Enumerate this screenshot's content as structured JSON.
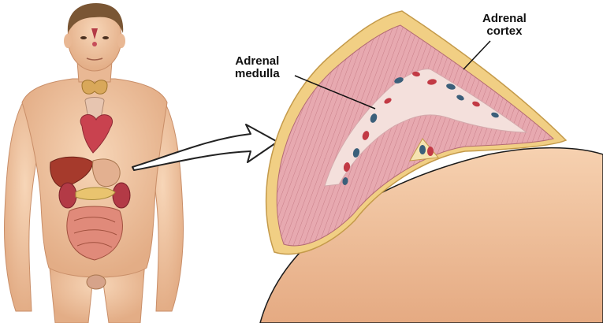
{
  "labels": {
    "cortex": {
      "line1": "Adrenal",
      "line2": "cortex"
    },
    "medulla": {
      "line1": "Adrenal",
      "line2": "medulla"
    }
  },
  "colors": {
    "skin": "#f2c8a4",
    "skin_shadow": "#d9a07a",
    "cortex_pink": "#e6a6ad",
    "capsule_yellow": "#f1cf84",
    "medulla_light": "#f4e0dc",
    "vessel_red": "#c23a45",
    "vessel_blue": "#3b5f7a",
    "kidney_skin": "#f4c9a4"
  },
  "icons": {
    "arrow": "outline-arrow-icon"
  }
}
